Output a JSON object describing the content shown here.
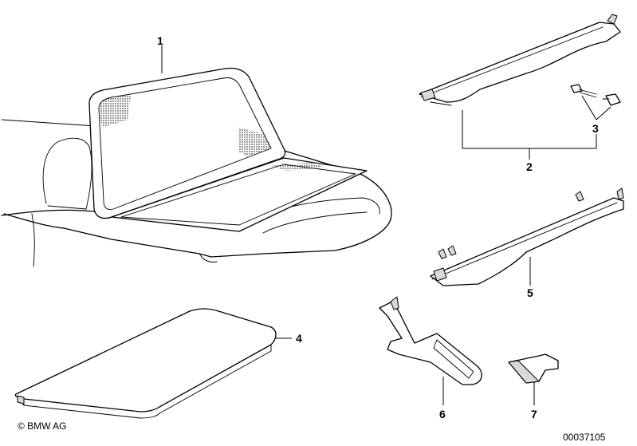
{
  "diagram": {
    "callouts": [
      {
        "id": "1",
        "label": "1"
      },
      {
        "id": "2",
        "label": "2"
      },
      {
        "id": "3",
        "label": "3"
      },
      {
        "id": "4",
        "label": "4"
      },
      {
        "id": "5",
        "label": "5"
      },
      {
        "id": "6",
        "label": "6"
      },
      {
        "id": "7",
        "label": "7"
      }
    ]
  },
  "footer": {
    "copyright": "© BMW AG",
    "drawing_number": "00037105"
  }
}
